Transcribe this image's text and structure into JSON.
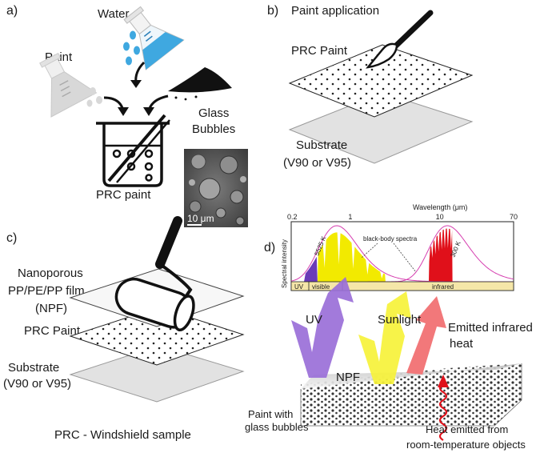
{
  "panels": {
    "a": {
      "letter": "a)",
      "water": "Water",
      "paint": "Paint",
      "glass_bubbles_line1": "Glass",
      "glass_bubbles_line2": "Bubbles",
      "prc_paint": "PRC paint",
      "scale_bar": "10 μm"
    },
    "b": {
      "letter": "b)",
      "title": "Paint application",
      "prc_paint": "PRC Paint",
      "substrate_line1": "Substrate",
      "substrate_line2": "(V90 or V95)"
    },
    "c": {
      "letter": "c)",
      "npf_line1": "Nanoporous",
      "npf_line2": "PP/PE/PP film",
      "npf_line3": "(NPF)",
      "prc_paint": "PRC Paint",
      "substrate_line1": "Substrate",
      "substrate_line2": "(V90 or V95)",
      "caption": "PRC - Windshield sample"
    },
    "d": {
      "letter": "d)",
      "uv": "UV",
      "sunlight": "Sunlight",
      "emitted_line1": "Emitted infrared",
      "emitted_line2": "heat",
      "npf": "NPF",
      "paint_line1": "Paint with",
      "paint_line2": "glass bubbles",
      "heat_line1": "Heat emitted from",
      "heat_line2": "room-temperature objects"
    }
  },
  "chart_data": {
    "type": "area",
    "xlabel": "Wavelength (μm)",
    "ylabel": "Spectral intensity",
    "x_scale": "log",
    "xlim": [
      0.2,
      70
    ],
    "x_ticks": [
      "0.2",
      "1",
      "10",
      "70"
    ],
    "annotations": [
      "black-body spectra",
      "5525 K",
      "300 K"
    ],
    "bands": [
      "UV",
      "visible",
      "infrared"
    ],
    "colors": {
      "uv": "#6a3bb8",
      "visible": "#f2ea00",
      "infrared": "#e0101a",
      "blackbody": "#d63fb0",
      "band_strip": "#f5e6a8"
    }
  },
  "colors": {
    "uv_arrow": "#9a6fd8",
    "sunlight_arrow": "#f6f23a",
    "ir_arrow": "#f2787a",
    "water": "#3fa8e0",
    "paint_flask": "#d8d8d8"
  }
}
